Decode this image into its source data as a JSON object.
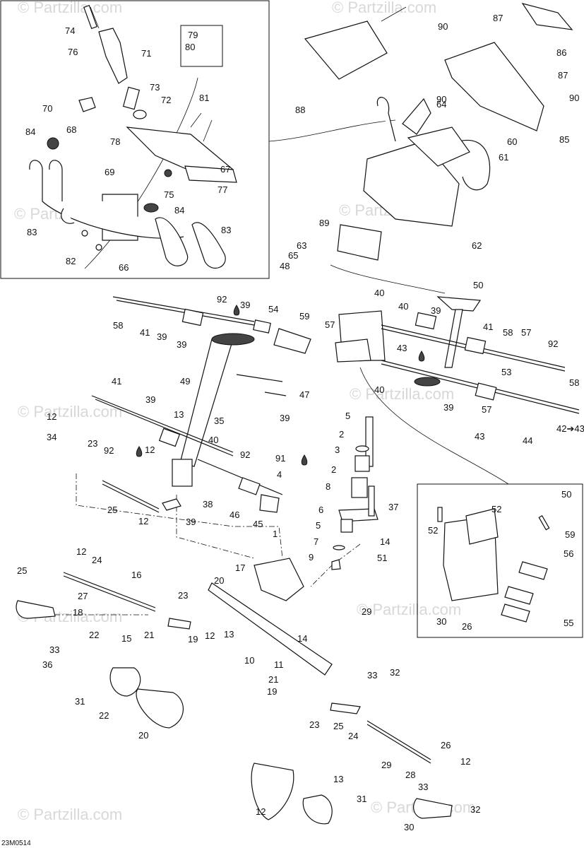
{
  "diagram_code": "23M0514",
  "watermarks": [
    "© Partzilla.com",
    "© Partzilla.com",
    "© Partzilla.com",
    "© Partzilla.com",
    "© Partzilla.com",
    "© Partzilla.com",
    "© Partzilla.com",
    "© Partzilla.com",
    "© Partzilla.com",
    "© Partzilla.com"
  ],
  "callouts": [
    "74",
    "76",
    "71",
    "73",
    "72",
    "70",
    "68",
    "78",
    "84",
    "69",
    "81",
    "67",
    "75",
    "77",
    "84",
    "83",
    "82",
    "66",
    "83",
    "79",
    "80",
    "90",
    "87",
    "86",
    "87",
    "88",
    "90",
    "64",
    "85",
    "90",
    "60",
    "61",
    "89",
    "62",
    "63",
    "65",
    "48",
    "50",
    "40",
    "92",
    "39",
    "54",
    "59",
    "57",
    "58",
    "41",
    "39",
    "39",
    "40",
    "39",
    "41",
    "58",
    "57",
    "92",
    "43",
    "53",
    "47",
    "49",
    "39",
    "40",
    "39",
    "57",
    "58",
    "42➔43",
    "43",
    "44",
    "41",
    "39",
    "13",
    "35",
    "12",
    "34",
    "23",
    "92",
    "12",
    "40",
    "92",
    "91",
    "4",
    "5",
    "2",
    "3",
    "2",
    "8",
    "37",
    "25",
    "12",
    "38",
    "39",
    "46",
    "45",
    "1",
    "6",
    "5",
    "7",
    "9",
    "14",
    "51",
    "50",
    "52",
    "52",
    "59",
    "56",
    "55",
    "30",
    "26",
    "25",
    "12",
    "24",
    "27",
    "16",
    "18",
    "17",
    "20",
    "29",
    "23",
    "22",
    "21",
    "19",
    "12",
    "13",
    "33",
    "36",
    "15",
    "14",
    "10",
    "11",
    "21",
    "19",
    "33",
    "32",
    "31",
    "22",
    "20",
    "23",
    "25",
    "24",
    "26",
    "29",
    "12",
    "28",
    "33",
    "32",
    "31",
    "13",
    "12",
    "30"
  ],
  "colors": {
    "ink": "#111111",
    "watermark": "#d8d8d8",
    "background": "#ffffff"
  }
}
